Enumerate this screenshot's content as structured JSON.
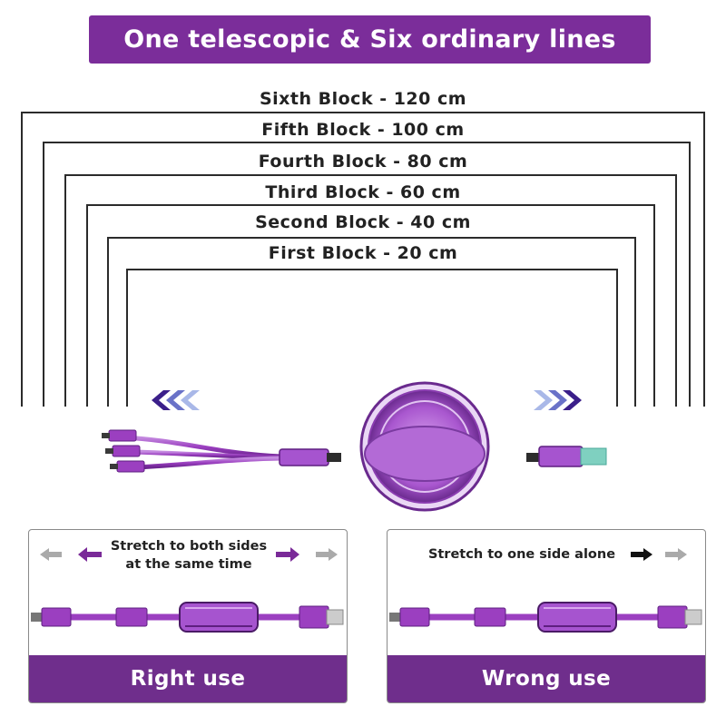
{
  "header": {
    "title": "One telescopic & Six ordinary lines"
  },
  "blocks": [
    {
      "label": "Sixth Block - 120 cm"
    },
    {
      "label": "Fifth Block - 100 cm"
    },
    {
      "label": "Fourth Block - 80 cm"
    },
    {
      "label": "Third Block - 60 cm"
    },
    {
      "label": "Second Block - 40 cm"
    },
    {
      "label": "First Block - 20 cm"
    }
  ],
  "panels": {
    "right_use": {
      "instruction_line1": "Stretch to both sides",
      "instruction_line2": "at the same time",
      "caption": "Right use"
    },
    "wrong_use": {
      "instruction": "Stretch to one side alone",
      "caption": "Wrong use"
    }
  },
  "colors": {
    "banner": "#7b2d9a",
    "cable": "#9b3fc0",
    "reel": "#b36ad6",
    "arrow_dark": "#3b1f8a",
    "arrow_light": "#a9b8e8",
    "connector_tip": "#7fd0c0"
  }
}
